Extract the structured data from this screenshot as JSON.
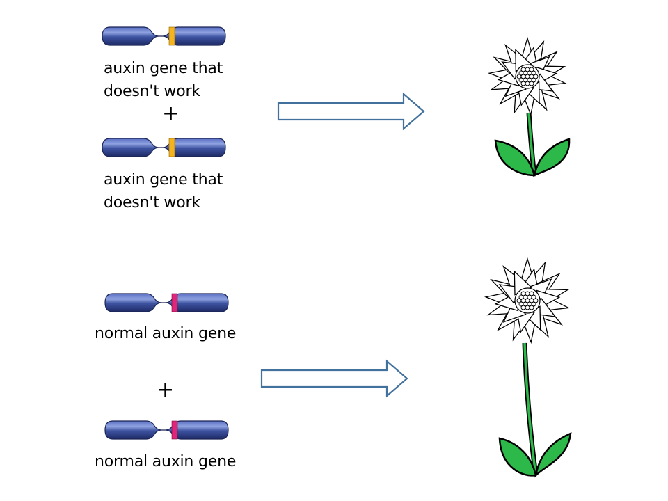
{
  "top_panel": {
    "chromosome_1_label": "auxin gene that\ndoesn't work",
    "plus": "+",
    "chromosome_2_label": "auxin gene that\ndoesn't work",
    "band_color": "#F5B41E"
  },
  "bottom_panel": {
    "chromosome_1_label": "normal auxin gene",
    "plus": "+",
    "chromosome_2_label": "normal auxin gene",
    "band_color": "#E0267A"
  },
  "colors": {
    "chromosome": "#3D52A0",
    "chromosome_highlight": "#8FA2E0",
    "arrow_stroke": "#41719C",
    "leaf": "#2DB84A",
    "divider": "#6A85A0"
  },
  "icons": [
    "chromosome-icon",
    "arrow-right-icon",
    "flower-icon"
  ]
}
